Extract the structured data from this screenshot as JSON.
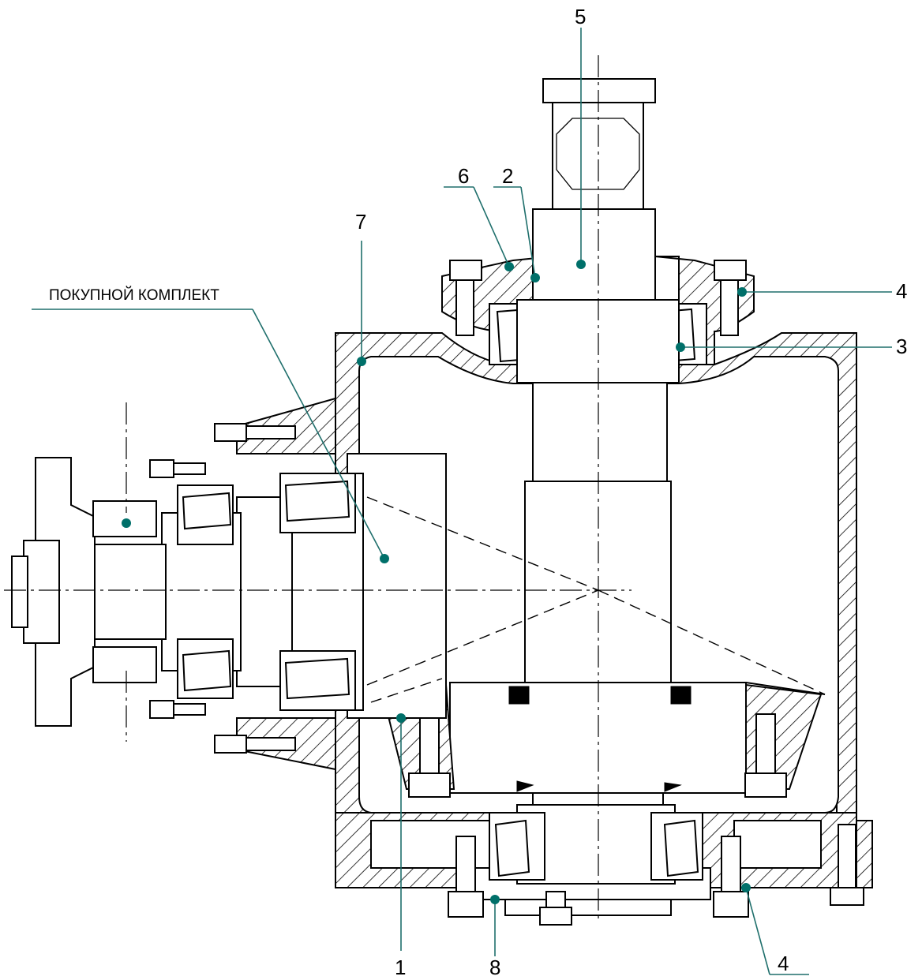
{
  "labels": {
    "callout_1": "1",
    "callout_2": "2",
    "callout_3": "3",
    "callout_4_upper": "4",
    "callout_4_lower": "4",
    "callout_5": "5",
    "callout_6": "6",
    "callout_7": "7",
    "callout_8": "8",
    "purchased_kit": "ПОКУПНОЙ КОМПЛЕКТ"
  },
  "colors": {
    "drawing_line": "#000000",
    "leader_line": "#1f6f6c",
    "leader_dot": "#00706a",
    "background": "#ffffff"
  }
}
